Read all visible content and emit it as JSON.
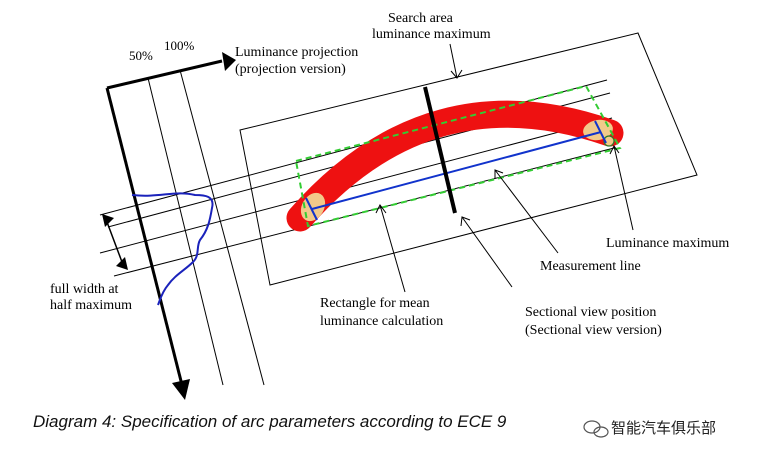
{
  "labels": {
    "search_area_line1": "Search area",
    "search_area_line2": "luminance maximum",
    "projection_line1": "Luminance projection",
    "projection_line2": "(projection version)",
    "pct_50": "50%",
    "pct_100": "100%",
    "fwhm_line1": "full width at",
    "fwhm_line2": "half maximum",
    "rect_line1": "Rectangle for mean",
    "rect_line2": "luminance calculation",
    "section_line1": "Sectional view position",
    "section_line2": "(Sectional view version)",
    "measurement_line": "Measurement line",
    "luminance_maximum": "Luminance maximum"
  },
  "caption": "Diagram 4: Specification of arc parameters according to ECE 9",
  "watermark": "智能汽车俱乐部",
  "colors": {
    "arc": "#ee1111",
    "hotspot": "#f2c98a",
    "dashed_rect": "#33cc33",
    "measurement": "#1133cc",
    "profile": "#1a22bb"
  }
}
